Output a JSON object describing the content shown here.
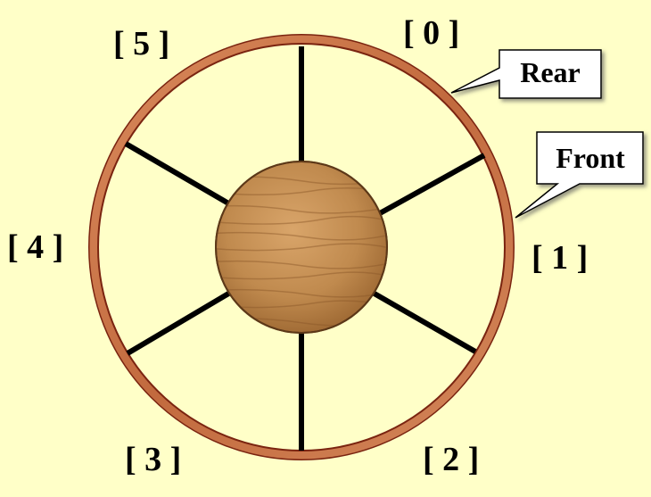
{
  "diagram": {
    "slots": [
      {
        "index": 0,
        "label": "[ 0 ]"
      },
      {
        "index": 1,
        "label": "[ 1 ]"
      },
      {
        "index": 2,
        "label": "[ 2 ]"
      },
      {
        "index": 3,
        "label": "[ 3 ]"
      },
      {
        "index": 4,
        "label": "[ 4 ]"
      },
      {
        "index": 5,
        "label": "[ 5 ]"
      }
    ],
    "pointers": {
      "rear": {
        "label": "Rear",
        "points_between": "[ 0 ] and [ 1 ]"
      },
      "front": {
        "label": "Front",
        "points_between": "[ 0 ] and [ 1 ]"
      }
    },
    "colors": {
      "background": "#ffffc8",
      "ring_outer": "#8b2a14",
      "ring_fill": "#c8784a",
      "hub_wood": "#c08a4e",
      "spokes": "#000000",
      "callout_fill": "#ffffff"
    }
  }
}
